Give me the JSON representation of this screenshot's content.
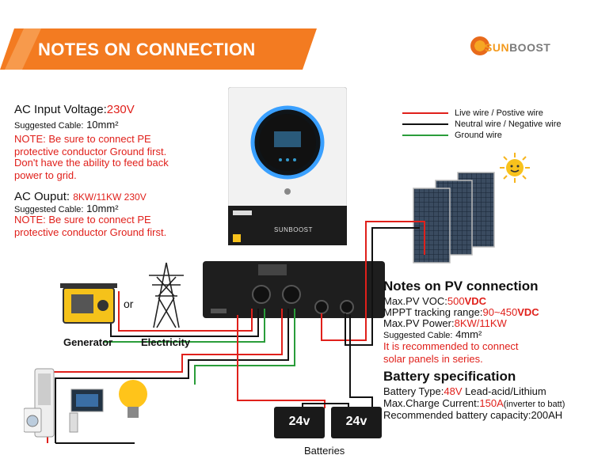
{
  "banner": {
    "title": "NOTES ON CONNECTION",
    "color": "#f37b21"
  },
  "logo": {
    "prefix": "SUN",
    "suffix": "BOOST"
  },
  "ac_input": {
    "label": "AC Input Voltage:",
    "value": "230V",
    "cable_label": "Suggested Cable:",
    "cable_value": "10mm²",
    "note1_line1": "NOTE: Be sure to connect PE",
    "note1_line2": "protective conductor Ground first.",
    "note2_line1": "Don't have the ability to feed back",
    "note2_line2": "power to grid."
  },
  "ac_output": {
    "label": "AC Ouput:",
    "value": "8KW/11KW 230V",
    "cable_label": "Suggested Cable:",
    "cable_value": "10mm²",
    "note_line1": "NOTE: Be sure to connect PE",
    "note_line2": "protective conductor Ground first."
  },
  "legend": [
    {
      "label": "Live wire / Postive wire",
      "color": "#e0201b"
    },
    {
      "label": "Neutral wire / Negative wire",
      "color": "#111111"
    },
    {
      "label": "Ground wire",
      "color": "#2a9d3a"
    }
  ],
  "inverter": {
    "brand": "SUNBOOST"
  },
  "sources": {
    "or": "or",
    "generator": "Generator",
    "electricity": "Electricity"
  },
  "pv": {
    "title": "Notes on PV connection",
    "voc_label": "Max.PV VOC:",
    "voc_value": "500",
    "voc_unit": "VDC",
    "mppt_label": "MPPT tracking range:",
    "mppt_value": "90~450",
    "mppt_unit": "VDC",
    "power_label": "Max.PV Power:",
    "power_value": "8KW/11KW",
    "cable_label": "Suggested Cable:",
    "cable_value": "4mm²",
    "rec_line1": "It is recommended to connect",
    "rec_line2": "solar panels in series."
  },
  "battery": {
    "title": "Battery specification",
    "type_label": "Battery Type:",
    "type_value": "48V",
    "type_rest": "Lead-acid/Lithium",
    "charge_label": "Max.Charge Current:",
    "charge_value": "150A",
    "charge_note": "(inverter to batt)",
    "capacity_label": "Recommended battery capacity:",
    "capacity_value": "200AH",
    "cell_label": "24v",
    "batteries_label": "Batteries"
  }
}
